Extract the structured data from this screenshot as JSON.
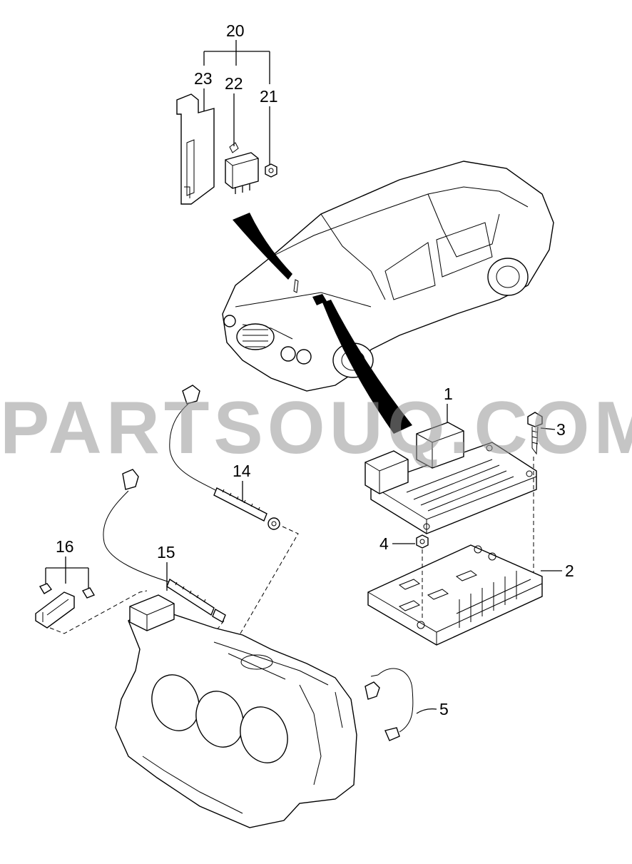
{
  "watermark": "PARTSOUQ.COM",
  "callouts": [
    {
      "id": "20",
      "label": "20"
    },
    {
      "id": "23",
      "label": "23"
    },
    {
      "id": "22",
      "label": "22"
    },
    {
      "id": "21",
      "label": "21"
    },
    {
      "id": "1",
      "label": "1"
    },
    {
      "id": "3",
      "label": "3"
    },
    {
      "id": "14",
      "label": "14"
    },
    {
      "id": "16",
      "label": "16"
    },
    {
      "id": "15",
      "label": "15"
    },
    {
      "id": "4",
      "label": "4"
    },
    {
      "id": "2",
      "label": "2"
    },
    {
      "id": "5",
      "label": "5"
    }
  ],
  "colors": {
    "line": "#000000",
    "watermark": "#969696",
    "background": "#ffffff"
  }
}
